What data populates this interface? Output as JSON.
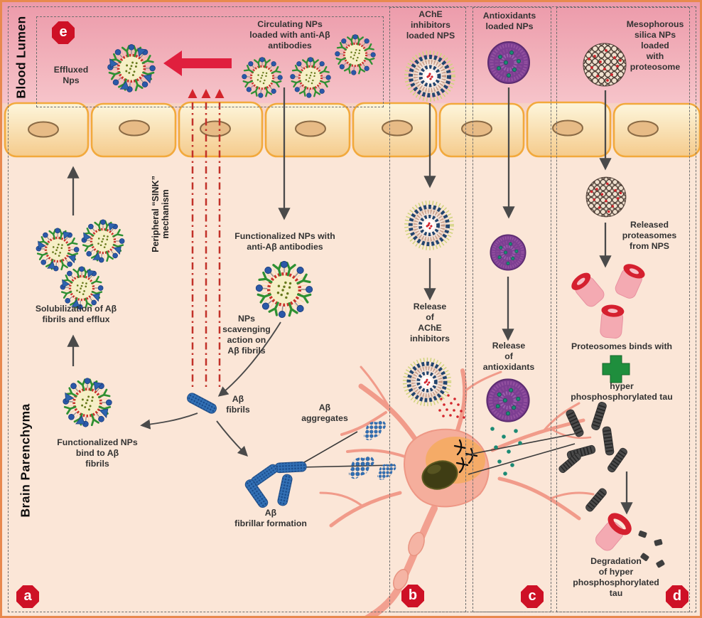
{
  "regions": {
    "blood_lumen": "Blood Lumen",
    "brain_parenchyma": "Brain Parenchyma",
    "sink": "Peripheral “SINK”\nmechanism"
  },
  "badges": {
    "a": "a",
    "b": "b",
    "c": "c",
    "d": "d",
    "e": "e"
  },
  "panel_e": {
    "circulating": "Circulating NPs\nloaded with anti-Aβ\nantibodies",
    "effluxed": "Effluxed\nNps"
  },
  "panel_a": {
    "functionalized": "Functionalized NPs with\nanti-Aβ antibodies",
    "scavenging": "NPs\nscavenging\naction on\nAβ fibrils",
    "fibrils": "Aβ\nfibrils",
    "aggregates": "Aβ\naggregates",
    "fibrillar": "Aβ\nfibrillar formation",
    "solubilization": "Solubilization of Aβ\nfibrils and efflux",
    "bind": "Functionalized NPs\nbind to Aβ\nfibrils"
  },
  "panel_b": {
    "loaded": "AChE\ninhibitors\nloaded NPS",
    "release": "Release\nof\nAChE\ninhibitors"
  },
  "panel_c": {
    "loaded": "Antioxidants\nloaded NPs",
    "release": "Release\nof\nantioxidants"
  },
  "panel_d": {
    "loaded": "Mesophorous\nsilica NPs\nloaded\nwith\nproteosome",
    "released": "Released\nproteasomes\nfrom NPS",
    "binds": "Proteosomes binds with",
    "tau": "hyper\nphosphosphorylated tau",
    "degradation": "Degradation\nof hyper\nphosphosphorylated\ntau"
  },
  "colors": {
    "badge_red": "#CE1126",
    "arrow_red": "#E01F3E",
    "fibril_blue": "#3270B5",
    "antibody_green": "#2F9032",
    "cell_orange": "#F2A93C",
    "antioxidant_purple": "#7C3E92",
    "antioxidant_teal": "#1B8A74",
    "proteasome_pink": "#F4AAB2",
    "proteasome_red": "#D5202F",
    "plus_green": "#1F8E3D"
  }
}
